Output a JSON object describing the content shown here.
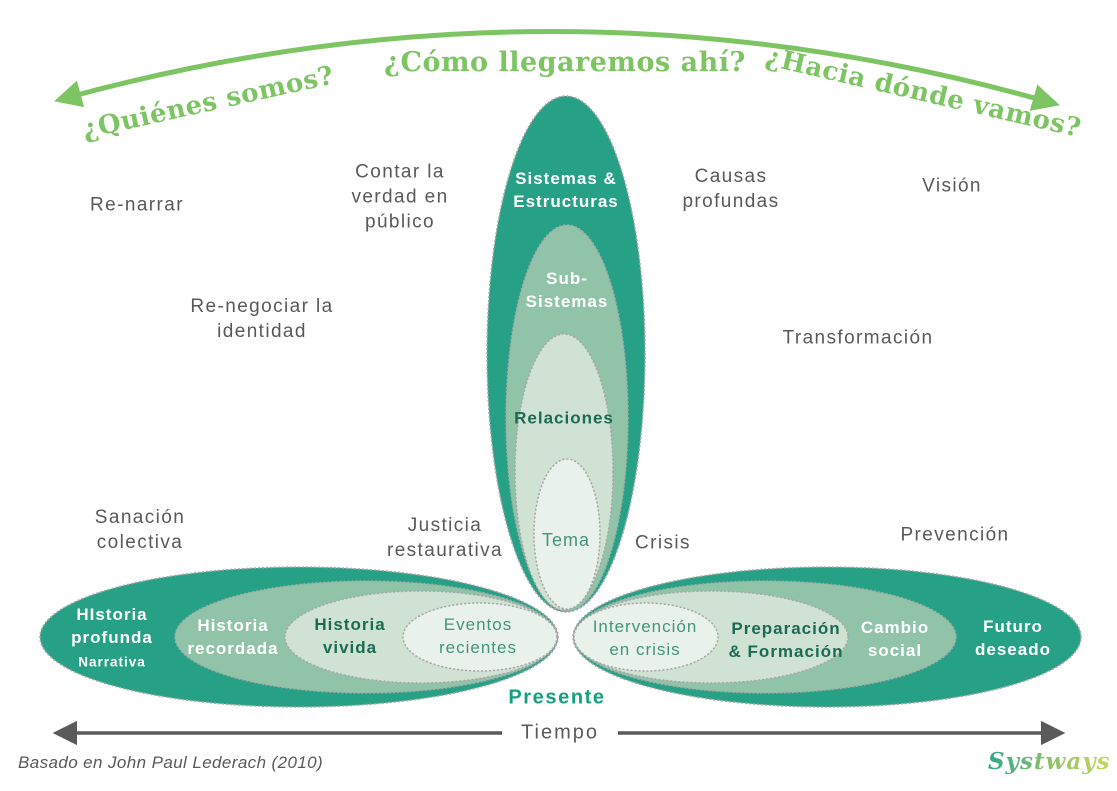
{
  "colors": {
    "petal_dark": "#27a186",
    "petal_medium": "#90c3a8",
    "petal_light": "#cfe2d4",
    "petal_lightest": "#e9f2ea",
    "ellipse_border": "#a8a8a8",
    "arc_green": "#7dc462",
    "label_gray": "#58595b",
    "text_white": "#ffffff",
    "text_dark_green": "#1b6b52",
    "text_mid_green": "#44957a",
    "presente_teal": "#14a07e",
    "tiempo_gray": "#5a5a5a",
    "logo_green": "#8fbe6e"
  },
  "arc_questions": {
    "left": "¿Quiénes somos?",
    "center": "¿Cómo llegaremos ahí?",
    "right": "¿Hacia dónde vamos?"
  },
  "context_labels": {
    "re_narrar": "Re-narrar",
    "contar_verdad": "Contar la\nverdad en\npúblico",
    "renegociar": "Re-negociar la\nidentidad",
    "sanacion": "Sanación\ncolectiva",
    "justicia": "Justicia\nrestaurativa",
    "causas": "Causas\nprofundas",
    "vision": "Visión",
    "transformacion": "Transformación",
    "crisis": "Crisis",
    "prevencion": "Prevención"
  },
  "petal_top": {
    "l1": "Sistemas &\nEstructuras",
    "l2": "Sub-\nSistemas",
    "l3": "Relaciones",
    "l4": "Tema"
  },
  "petal_left": {
    "l1": "HIstoria\nprofunda",
    "l1_sub": "Narrativa",
    "l2": "Historia\nrecordada",
    "l3": "Historia\nvivida",
    "l4": "Eventos\nrecientes"
  },
  "petal_right": {
    "l4": "Intervención\nen crisis",
    "l3": "Preparación\n& Formación",
    "l2": "Cambio\nsocial",
    "l1": "Futuro\ndeseado"
  },
  "timeline": {
    "presente": "Presente",
    "tiempo": "Tiempo"
  },
  "footer": {
    "attribution": "Basado en John Paul Lederach (2010)",
    "logo": "Systways"
  }
}
